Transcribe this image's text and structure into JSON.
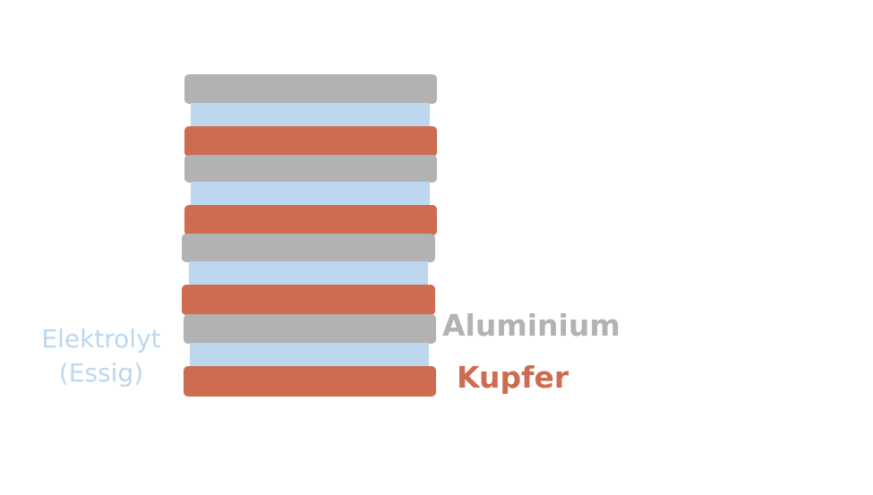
{
  "diagram": {
    "title": "Battery stack of aluminium, electrolyte and copper layers",
    "colors": {
      "aluminium": "#b2b2b2",
      "copper": "#cd6c50",
      "electrolyte": "#bdd7ee",
      "background": "#ffffff"
    },
    "stack_order_top_to_bottom": [
      "aluminium",
      "electrolyte",
      "copper",
      "aluminium",
      "electrolyte",
      "copper",
      "aluminium",
      "electrolyte",
      "copper",
      "aluminium",
      "electrolyte",
      "copper"
    ],
    "cell_count": 4,
    "labels": {
      "electrolyte_line1": "Elektrolyt",
      "electrolyte_line2": "(Essig)",
      "aluminium": "Aluminium",
      "copper": "Kupfer"
    }
  }
}
